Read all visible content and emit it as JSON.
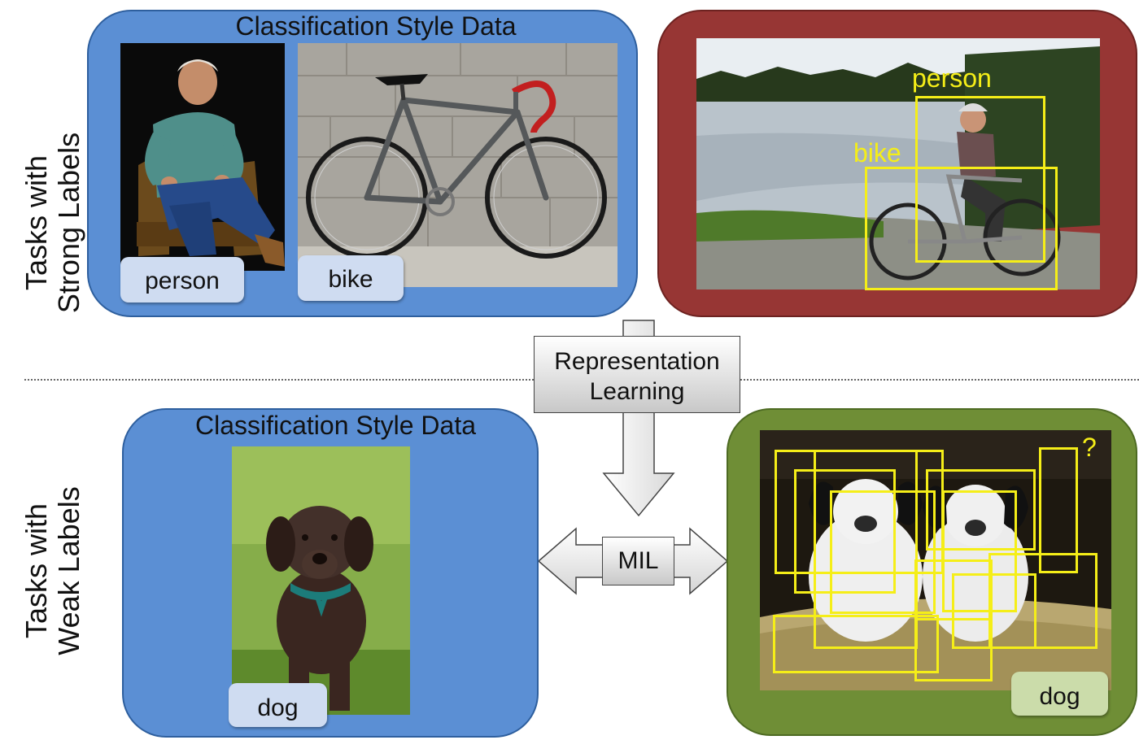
{
  "side_labels": {
    "strong": [
      "Tasks with",
      "Strong Labels"
    ],
    "weak": [
      "Tasks with",
      "Weak Labels"
    ]
  },
  "top_left_panel": {
    "title": "Classification Style Data",
    "tags": [
      "person",
      "bike"
    ]
  },
  "top_right_panel": {
    "box_labels": [
      "person",
      "bike"
    ]
  },
  "bottom_left_panel": {
    "title": "Classification Style Data",
    "tag": "dog"
  },
  "bottom_right_panel": {
    "question_mark": "?",
    "tag": "dog"
  },
  "center": {
    "representation_label": [
      "Representation",
      "Learning"
    ],
    "mil_label": "MIL"
  },
  "colors": {
    "blue_panel": "#5b8fd4",
    "red_panel": "#973634",
    "green_panel": "#6f8e36",
    "yellow_box": "#f5ee18"
  }
}
